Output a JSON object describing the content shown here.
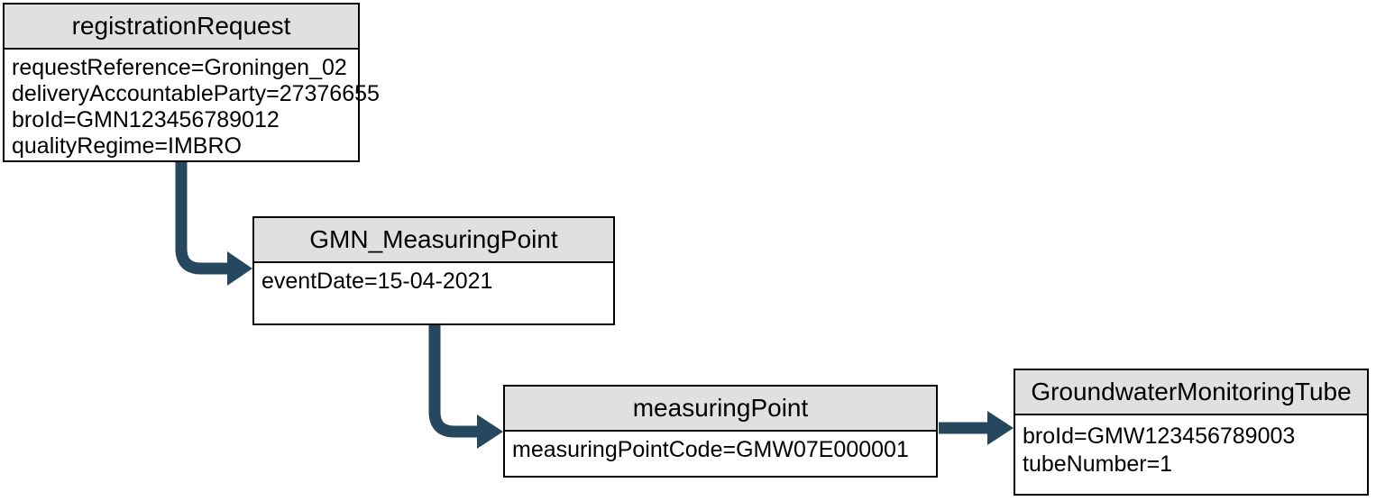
{
  "diagram": {
    "colors": {
      "arrow": "#25485F",
      "header_bg": "#E0E0E0",
      "border": "#000000",
      "background": "#FFFFFF",
      "text": "#000000"
    },
    "nodes": [
      {
        "title": "registrationRequest",
        "attributes": [
          "requestReference=Groningen_02",
          "deliveryAccountableParty=27376655",
          "broId=GMN123456789012",
          "qualityRegime=IMBRO"
        ]
      },
      {
        "title": "GMN_MeasuringPoint",
        "attributes": [
          "eventDate=15-04-2021"
        ]
      },
      {
        "title": "measuringPoint",
        "attributes": [
          "measuringPointCode=GMW07E000001"
        ]
      },
      {
        "title": "GroundwaterMonitoringTube",
        "attributes": [
          "broId=GMW123456789003",
          "tubeNumber=1"
        ]
      }
    ],
    "edges": [
      {
        "from": "registrationRequest",
        "to": "GMN_MeasuringPoint"
      },
      {
        "from": "GMN_MeasuringPoint",
        "to": "measuringPoint"
      },
      {
        "from": "measuringPoint",
        "to": "GroundwaterMonitoringTube"
      }
    ]
  }
}
